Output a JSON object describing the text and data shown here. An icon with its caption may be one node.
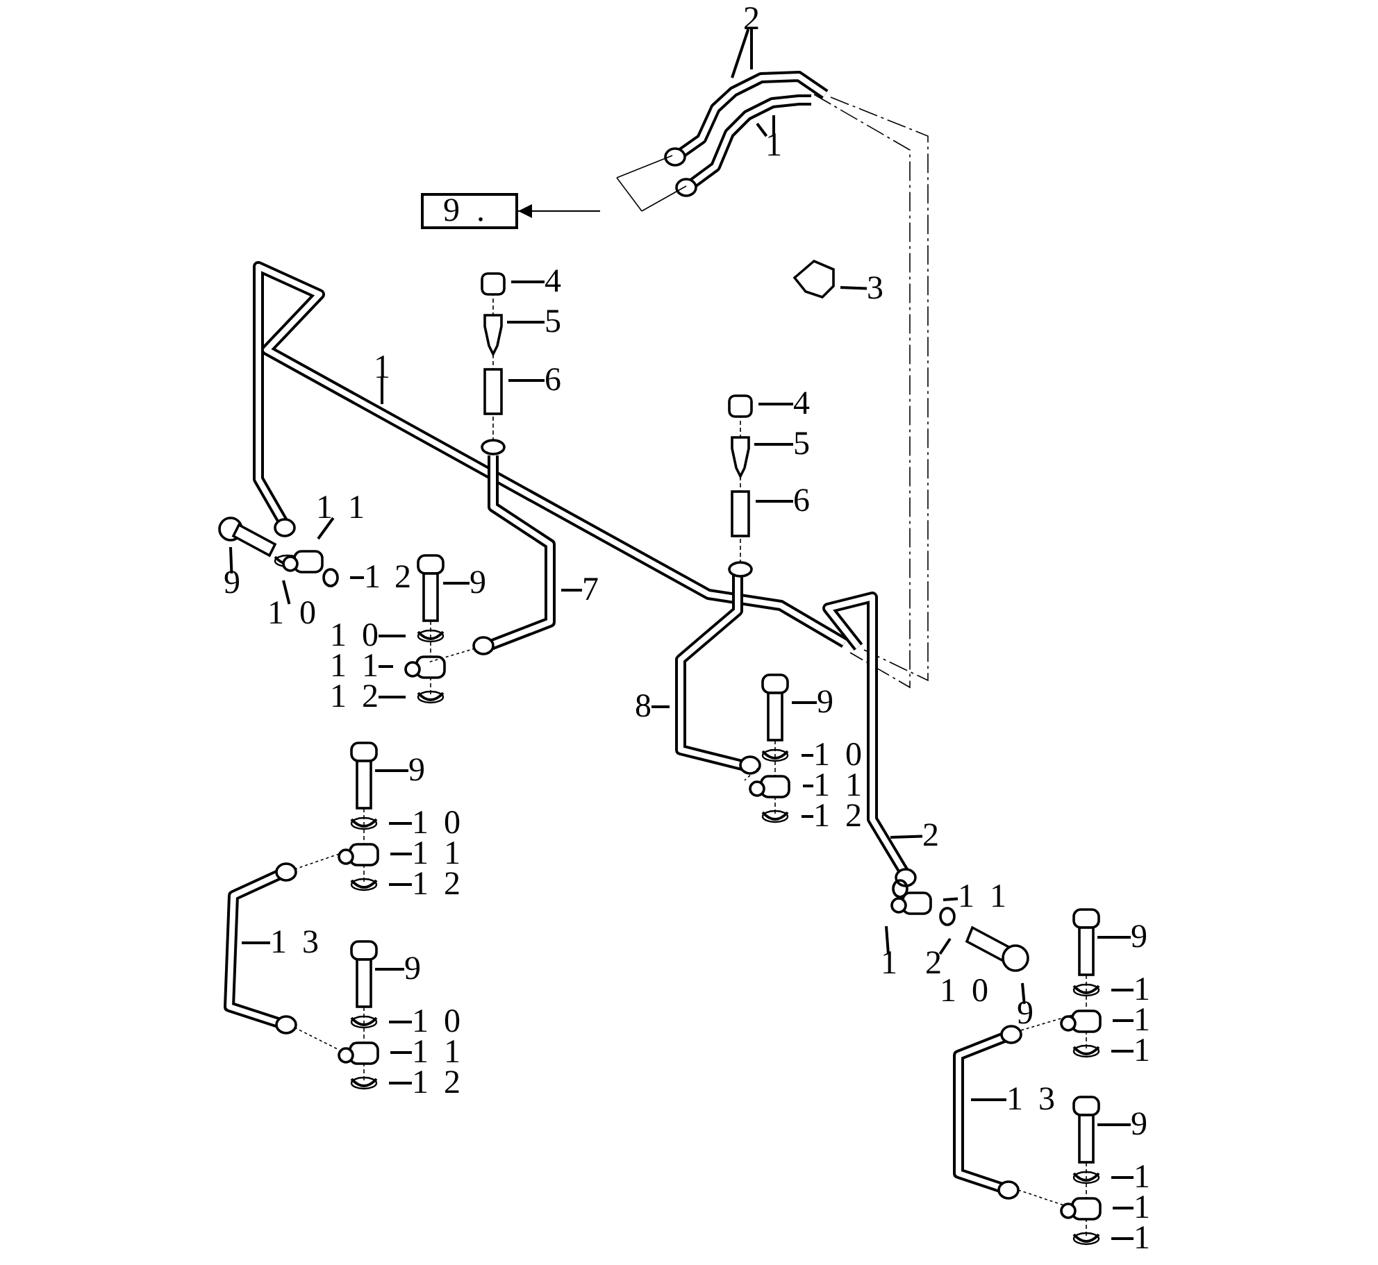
{
  "diagram": {
    "nodes": [
      {
        "text": [
          "9 ."
        ]
      },
      {
        "text": [
          "2"
        ]
      },
      {
        "text": [
          "1"
        ]
      },
      {
        "text": [
          "3"
        ]
      },
      {
        "text": [
          "4"
        ]
      },
      {
        "text": [
          "5"
        ]
      },
      {
        "text": [
          "6"
        ]
      },
      {
        "text": [
          "1"
        ]
      },
      {
        "text": [
          "4"
        ]
      },
      {
        "text": [
          "5"
        ]
      },
      {
        "text": [
          "6"
        ]
      },
      {
        "text": [
          "1 1"
        ]
      },
      {
        "text": [
          "9"
        ]
      },
      {
        "text": [
          "1"
        ]
      },
      {
        "text": [
          "9"
        ]
      },
      {
        "text": [
          "7"
        ]
      },
      {
        "text": [
          "1 0"
        ]
      },
      {
        "text": [
          "1 0"
        ]
      },
      {
        "text": [
          "1 1"
        ]
      },
      {
        "text": [
          "1 2"
        ]
      },
      {
        "text": [
          "8"
        ]
      },
      {
        "text": [
          "9"
        ]
      },
      {
        "text": [
          "1 0"
        ]
      },
      {
        "text": [
          "1 1"
        ]
      },
      {
        "text": [
          "1 2"
        ]
      },
      {
        "text": [
          "2"
        ]
      },
      {
        "text": [
          "1 1"
        ]
      },
      {
        "text": [
          "1"
        ]
      },
      {
        "text": [
          "2"
        ]
      },
      {
        "text": [
          "9"
        ]
      },
      {
        "text": [
          "9"
        ]
      },
      {
        "text": [
          "1"
        ]
      },
      {
        "text": [
          "1"
        ]
      },
      {
        "text": [
          "1"
        ]
      },
      {
        "text": [
          "1 3"
        ]
      },
      {
        "text": [
          "9"
        ]
      },
      {
        "text": [
          "1"
        ]
      },
      {
        "text": [
          "1"
        ]
      },
      {
        "text": [
          "1"
        ]
      },
      {
        "text": [
          "9"
        ]
      },
      {
        "text": [
          "1 0"
        ]
      },
      {
        "text": [
          "1 1"
        ]
      },
      {
        "text": [
          "1 2"
        ]
      },
      {
        "text": [
          "1 3"
        ]
      },
      {
        "text": [
          "9"
        ]
      },
      {
        "text": [
          "1 0"
        ]
      },
      {
        "text": [
          "1 1"
        ]
      },
      {
        "text": [
          "1 2"
        ]
      }
    ],
    "edges": [
      {
        "from": null,
        "to": 0,
        "arrow": "to"
      },
      {
        "from": 1,
        "to": null,
        "arrow": "none"
      },
      {
        "from": 1,
        "to": null,
        "arrow": "none"
      },
      {
        "from": 2,
        "to": null,
        "arrow": "none"
      },
      {
        "from": 2,
        "to": null,
        "arrow": "none"
      },
      {
        "from": 3,
        "to": null,
        "arrow": "none"
      },
      {
        "from": 4,
        "to": null,
        "arrow": "none"
      },
      {
        "from": 5,
        "to": null,
        "arrow": "none"
      },
      {
        "from": 6,
        "to": null,
        "arrow": "none"
      },
      {
        "from": 7,
        "to": null,
        "arrow": "none"
      },
      {
        "from": 8,
        "to": null,
        "arrow": "none"
      },
      {
        "from": 9,
        "to": null,
        "arrow": "none"
      },
      {
        "from": 10,
        "to": null,
        "arrow": "none"
      },
      {
        "from": 11,
        "to": null,
        "arrow": "none"
      },
      {
        "from": 12,
        "to": null,
        "arrow": "none"
      },
      {
        "from": 13,
        "to": null,
        "arrow": "none"
      },
      {
        "from": 14,
        "to": null,
        "arrow": "none"
      },
      {
        "from": 15,
        "to": null,
        "arrow": "none"
      },
      {
        "from": 16,
        "to": null,
        "arrow": "none"
      },
      {
        "from": 17,
        "to": null,
        "arrow": "none"
      },
      {
        "from": 18,
        "to": null,
        "arrow": "none"
      },
      {
        "from": 19,
        "to": null,
        "arrow": "none"
      },
      {
        "from": 20,
        "to": null,
        "arrow": "none"
      },
      {
        "from": 21,
        "to": null,
        "arrow": "none"
      },
      {
        "from": 22,
        "to": null,
        "arrow": "none"
      },
      {
        "from": 23,
        "to": null,
        "arrow": "none"
      },
      {
        "from": 24,
        "to": null,
        "arrow": "none"
      },
      {
        "from": 25,
        "to": null,
        "arrow": "none"
      },
      {
        "from": 26,
        "to": null,
        "arrow": "none"
      },
      {
        "from": 27,
        "to": null,
        "arrow": "none"
      },
      {
        "from": 28,
        "to": null,
        "arrow": "none"
      },
      {
        "from": 29,
        "to": null,
        "arrow": "none"
      },
      {
        "from": 30,
        "to": null,
        "arrow": "none"
      },
      {
        "from": 31,
        "to": null,
        "arrow": "none"
      },
      {
        "from": 32,
        "to": null,
        "arrow": "none"
      },
      {
        "from": 33,
        "to": null,
        "arrow": "none"
      },
      {
        "from": 34,
        "to": null,
        "arrow": "none"
      },
      {
        "from": 35,
        "to": null,
        "arrow": "none"
      },
      {
        "from": 36,
        "to": null,
        "arrow": "none"
      },
      {
        "from": 37,
        "to": null,
        "arrow": "none"
      },
      {
        "from": 38,
        "to": null,
        "arrow": "none"
      },
      {
        "from": 39,
        "to": null,
        "arrow": "none"
      },
      {
        "from": 40,
        "to": null,
        "arrow": "none"
      },
      {
        "from": 41,
        "to": null,
        "arrow": "none"
      },
      {
        "from": 42,
        "to": null,
        "arrow": "none"
      },
      {
        "from": 43,
        "to": null,
        "arrow": "none"
      },
      {
        "from": 44,
        "to": null,
        "arrow": "none"
      },
      {
        "from": 45,
        "to": null,
        "arrow": "none"
      },
      {
        "from": 46,
        "to": null,
        "arrow": "none"
      },
      {
        "from": 47,
        "to": null,
        "arrow": "none"
      }
    ],
    "labels": [
      "2",
      "1 0"
    ]
  }
}
